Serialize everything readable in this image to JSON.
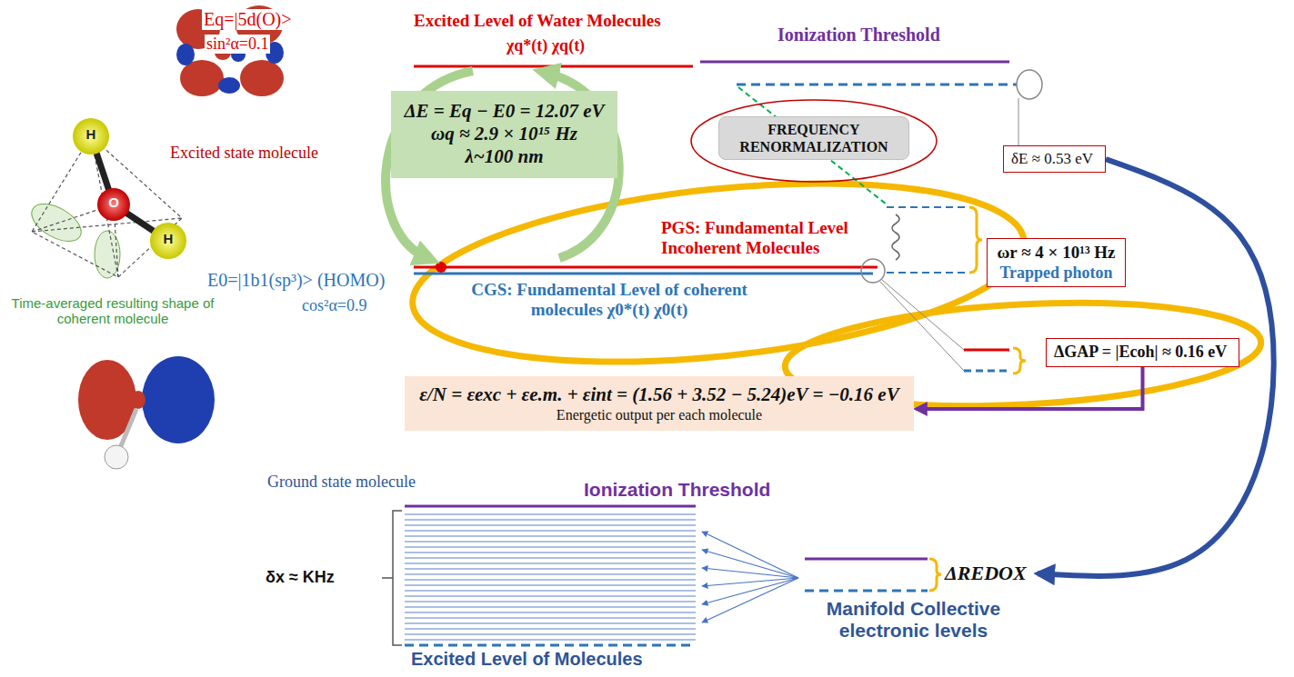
{
  "diagram": {
    "nodes": [
      {
        "text": [
          "ΔE = Eq − E0 = 12.07 eV",
          "ωq ≈ 2.9 × 10¹⁵ Hz",
          "λ~100 nm"
        ]
      },
      {
        "text": [
          "FREQUENCY RENORMALIZATION"
        ]
      },
      {
        "text": [
          "δE ≈ 0.53 eV"
        ]
      },
      {
        "text": [
          "ωr ≈ 4 × 10¹³ Hz",
          "Trapped photon"
        ]
      },
      {
        "text": [
          "ΔGAP = |Ecoh| ≈ 0.16 eV"
        ]
      },
      {
        "text": [
          "ε/N = εexc + εe.m. + εint = (1.56 + 3.52 − 5.24)eV = −0.16 eV",
          "Energetic output per each molecule"
        ]
      },
      {
        "text": [
          "ΔREDOX"
        ]
      }
    ],
    "edges": [
      {
        "from": 4,
        "to": 5,
        "arrow": "to"
      },
      {
        "from": 2,
        "to": 6,
        "arrow": "to"
      }
    ],
    "labels": [
      "Excited state molecule",
      "Time-averaged resulting shape of coherent molecule",
      "Ground state molecule",
      "H",
      "O",
      "H",
      "Eq=|5d(O)>",
      "sin²α=0.1",
      "Excited Level of Water Molecules",
      "χq*(t) χq(t)",
      "Ionization Threshold",
      "PGS: Fundamental Level Incoherent Molecules",
      "E0=|1b1(sp³)> (HOMO)",
      "cos²α=0.9",
      "CGS: Fundamental Level of coherent molecules χ0*(t) χ0(t)",
      "Ionization Threshold",
      "δx ≈ KHz",
      "Excited Level of Molecules",
      "Manifold Collective electronic levels"
    ]
  }
}
